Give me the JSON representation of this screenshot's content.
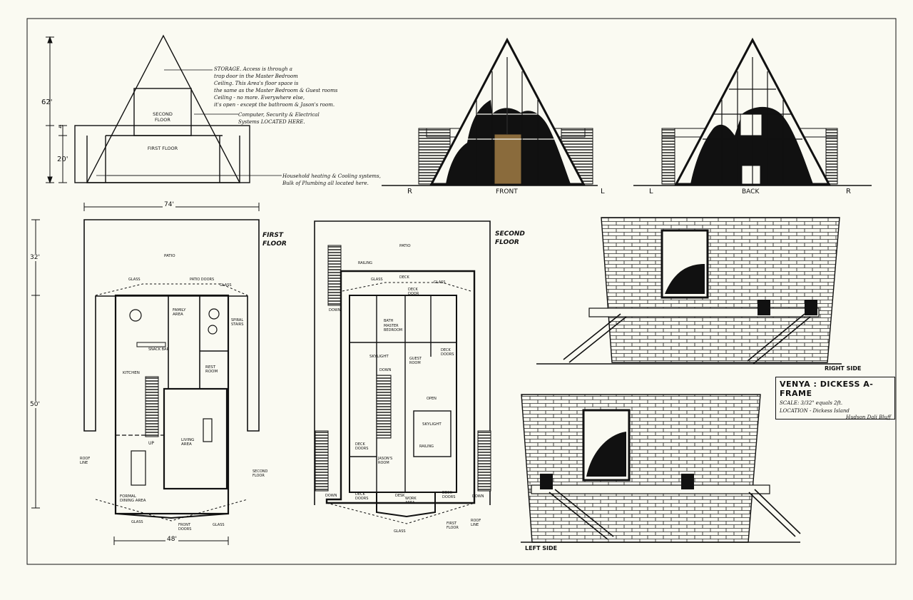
{
  "title_block": {
    "title": "VENYA : DICKESS A-FRAME",
    "scale": "SCALE: 3/32\" equals 2ft.",
    "location": "LOCATION - Dickess Island",
    "signature": "Hudson Dali Bluff"
  },
  "section": {
    "dim_height_total": "62'",
    "dim_first_floor_height": "20'",
    "dim_small": "4'",
    "room_second": "SECOND FLOOR",
    "room_first": "FIRST FLOOR",
    "note_storage": [
      "STORAGE. Access is through a",
      "trap door in the Master Bedroom",
      "Ceiling. This Area's floor space is",
      "the same as the Master Bedroom & Guest rooms",
      "Ceiling - no more. Everywhere else,",
      "it's open - except the bathroom & Jason's room."
    ],
    "note_systems": [
      "Computer, Security & Electrical",
      "Systems LOCATED HERE."
    ],
    "note_basement": [
      "Household heating & Cooling systems,",
      "Bulk of Plumbing all located here."
    ]
  },
  "front_elevation": {
    "label": "FRONT",
    "left": "R",
    "right": "L"
  },
  "back_elevation": {
    "label": "BACK",
    "left": "L",
    "right": "R"
  },
  "right_side": {
    "label": "RIGHT SIDE"
  },
  "left_side": {
    "label": "LEFT SIDE"
  },
  "first_floor": {
    "heading": "FIRST FLOOR",
    "dim_width": "74'",
    "dim_patio_depth": "32'",
    "dim_house_depth": "50'",
    "dim_bottom": "48'",
    "rooms": {
      "patio": "PATIO",
      "family": "FAMILY AREA",
      "kitchen": "KITCHEN",
      "rest": "REST ROOM",
      "living": "LIVING AREA",
      "dining": "FORMAL DINING AREA",
      "snack": "SNACK BAR",
      "up": "UP"
    },
    "labels": {
      "glass_l": "GLASS",
      "patio_doors": "PATIO DOORS",
      "glass_r": "GLASS",
      "spiral": "SPIRAL STAIRS",
      "roof_line": "ROOF LINE",
      "second_floor": "SECOND FLOOR",
      "glass_bl": "GLASS",
      "front_doors": "FRONT DOORS",
      "glass_br": "GLASS"
    }
  },
  "second_floor": {
    "heading": "SECOND FLOOR",
    "rooms": {
      "patio": "PATIO",
      "master": "MASTER BEDROOM",
      "bath": "BATH",
      "guest": "GUEST ROOM",
      "skylight1": "SKYLIGHT",
      "skylight2": "SKYLIGHT",
      "jason": "JASON'S ROOM",
      "open": "OPEN"
    },
    "labels": {
      "railing_top": "RAILING",
      "glass_l": "GLASS",
      "deck": "DECK",
      "glass_r": "GLASS",
      "deck_door": "DECK DOOR",
      "deck_doors_r": "DECK DOORS",
      "down_l": "DOWN",
      "down_mid": "DOWN",
      "railing": "RAILING",
      "deck_doors_l": "DECK DOORS",
      "down_bl": "DOWN",
      "deck_doors_b": "DECK DOORS",
      "deck_doors_br": "DECK DOORS",
      "down_br": "DOWN",
      "work_area": "WORK AREA",
      "desk": "DESK",
      "glass_b": "GLASS",
      "first_floor": "FIRST FLOOR",
      "roof_line": "ROOF LINE"
    }
  }
}
